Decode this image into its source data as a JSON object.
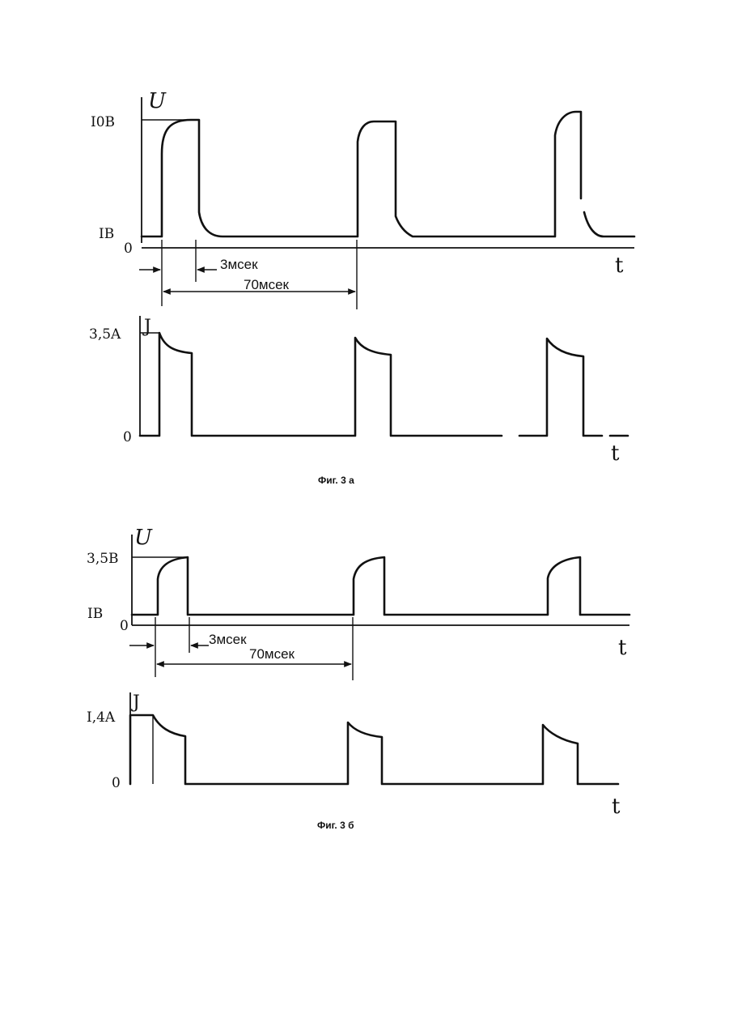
{
  "fig3a": {
    "voltage_panel": {
      "axis_label": "U",
      "time_label": "t",
      "level_high": "I0B",
      "level_low": "IB",
      "origin": "0",
      "dim_short": "3мсек",
      "dim_long": "70мсек"
    },
    "current_panel": {
      "axis_label": "J",
      "time_label": "t",
      "level_high": "3,5A",
      "origin": "0"
    },
    "caption": "Фиг. 3 а"
  },
  "fig3b": {
    "voltage_panel": {
      "axis_label": "U",
      "time_label": "t",
      "level_high": "3,5B",
      "level_low": "IB",
      "origin": "0",
      "dim_short": "3мсек",
      "dim_long": "70мсек"
    },
    "current_panel": {
      "axis_label": "J",
      "time_label": "t",
      "level_high": "I,4A",
      "origin": "0"
    },
    "caption": "Фиг. 3 б"
  }
}
